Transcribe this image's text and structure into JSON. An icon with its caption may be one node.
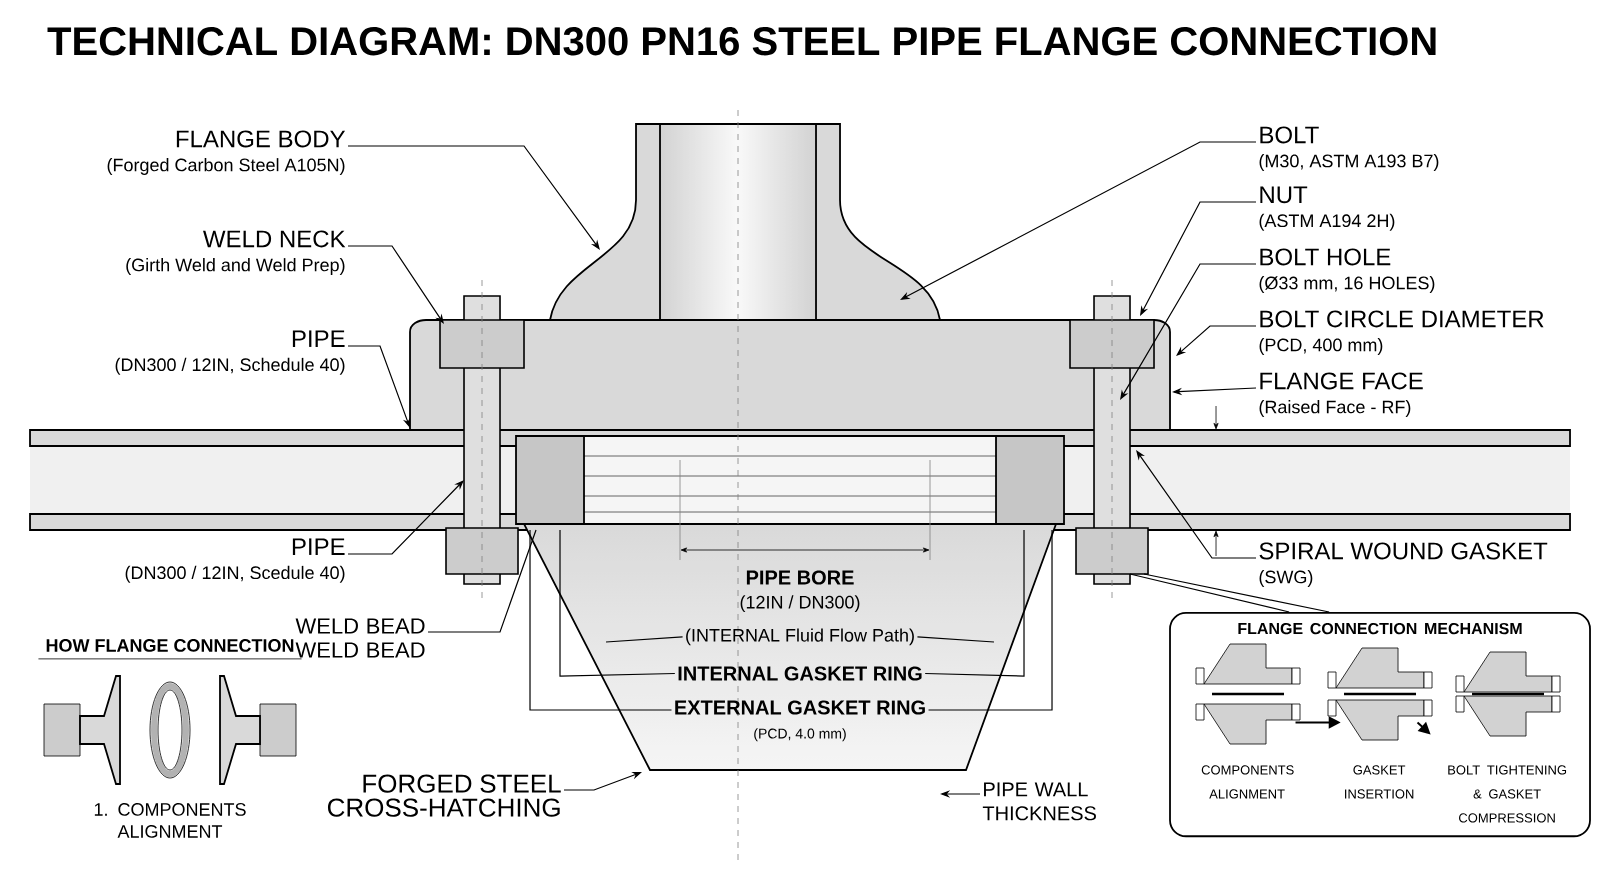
{
  "diagram": {
    "title": "TECHNICAL DIAGRAM: DN300 PN16 STEEL PIPE FLANGE CONNECTION",
    "nodes": [
      {
        "text": [
          "FLANGE BODY",
          "(Forged Carbon Steel A105N)"
        ]
      },
      {
        "text": [
          "WELD NECK",
          "(Girth Weld and Weld Prep)"
        ]
      },
      {
        "text": [
          "PIPE",
          "(DN300 / 12IN, Schedule 40)"
        ]
      },
      {
        "text": [
          "PIPE",
          "(DN300 / 12IN, Scedule 40)"
        ]
      },
      {
        "text": [
          "BOLT",
          "(M30, ASTM A193 B7)"
        ]
      },
      {
        "text": [
          "NUT",
          "(ASTM A194 2H)"
        ]
      },
      {
        "text": [
          "BOLT HOLE",
          "(Ø33 mm, 16 HOLES)"
        ]
      },
      {
        "text": [
          "BOLT CIRCLE DIAMETER",
          "(PCD, 400 mm)"
        ]
      },
      {
        "text": [
          "FLANGE FACE",
          "(Raised Face - RF)"
        ]
      },
      {
        "text": [
          "SPIRAL WOUND GASKET",
          "(SWG)"
        ]
      },
      {
        "text": [
          "WELD BEAD WELD BEAD"
        ]
      },
      {
        "text": [
          "PIPE BORE",
          "(12IN / DN300)"
        ]
      },
      {
        "text": [
          "(INTERNAL Fluid Flow Path)"
        ]
      },
      {
        "text": [
          "INTERNAL GASKET RING"
        ]
      },
      {
        "text": [
          "EXTERNAL GASKET RING",
          "(PCD, 4.0 mm)"
        ]
      },
      {
        "text": [
          "FORGED STEEL CROSS-HATCHING"
        ]
      },
      {
        "text": [
          "PIPE WALL THICKNESS"
        ]
      },
      {
        "text": [
          "FLANGE CONNECTION MECHANISM"
        ]
      },
      {
        "text": [
          "COMPONENTS ALIGNMENT"
        ],
        "in": 17
      },
      {
        "text": [
          "GASKET INSERTION"
        ],
        "in": 17
      },
      {
        "text": [
          "BOLT TIGHTENING & GASKET COMPRESSION"
        ],
        "in": 17
      }
    ],
    "edges": [
      {
        "from": 0,
        "to": null,
        "arrow": "to"
      },
      {
        "from": 1,
        "to": null,
        "arrow": "to"
      },
      {
        "from": 2,
        "to": null,
        "arrow": "to"
      },
      {
        "from": 3,
        "to": null,
        "arrow": "to"
      },
      {
        "from": 4,
        "to": null,
        "arrow": "to"
      },
      {
        "from": 5,
        "to": null,
        "arrow": "to"
      },
      {
        "from": 6,
        "to": null,
        "arrow": "to"
      },
      {
        "from": 7,
        "to": null,
        "arrow": "to"
      },
      {
        "from": 8,
        "to": null,
        "arrow": "to"
      },
      {
        "from": 9,
        "to": null,
        "arrow": "to"
      },
      {
        "from": 10,
        "to": null,
        "arrow": "none"
      },
      {
        "from": 12,
        "to": null,
        "arrow": "none"
      },
      {
        "from": 12,
        "to": null,
        "arrow": "none"
      },
      {
        "from": 13,
        "to": null,
        "arrow": "none"
      },
      {
        "from": 13,
        "to": null,
        "arrow": "none"
      },
      {
        "from": 14,
        "to": null,
        "arrow": "none"
      },
      {
        "from": 14,
        "to": null,
        "arrow": "none"
      },
      {
        "from": 15,
        "to": null,
        "arrow": "to"
      },
      {
        "from": 16,
        "to": null,
        "arrow": "to"
      },
      {
        "from": 17,
        "to": null,
        "arrow": "none"
      },
      {
        "from": 17,
        "to": null,
        "arrow": "none"
      },
      {
        "from": 18,
        "to": 19,
        "arrow": "to"
      },
      {
        "from": 19,
        "to": 20,
        "arrow": "to"
      }
    ],
    "labels": [
      "HOW FLANGE CONNECTION",
      "1. COMPONENTS ALIGNMENT"
    ]
  }
}
